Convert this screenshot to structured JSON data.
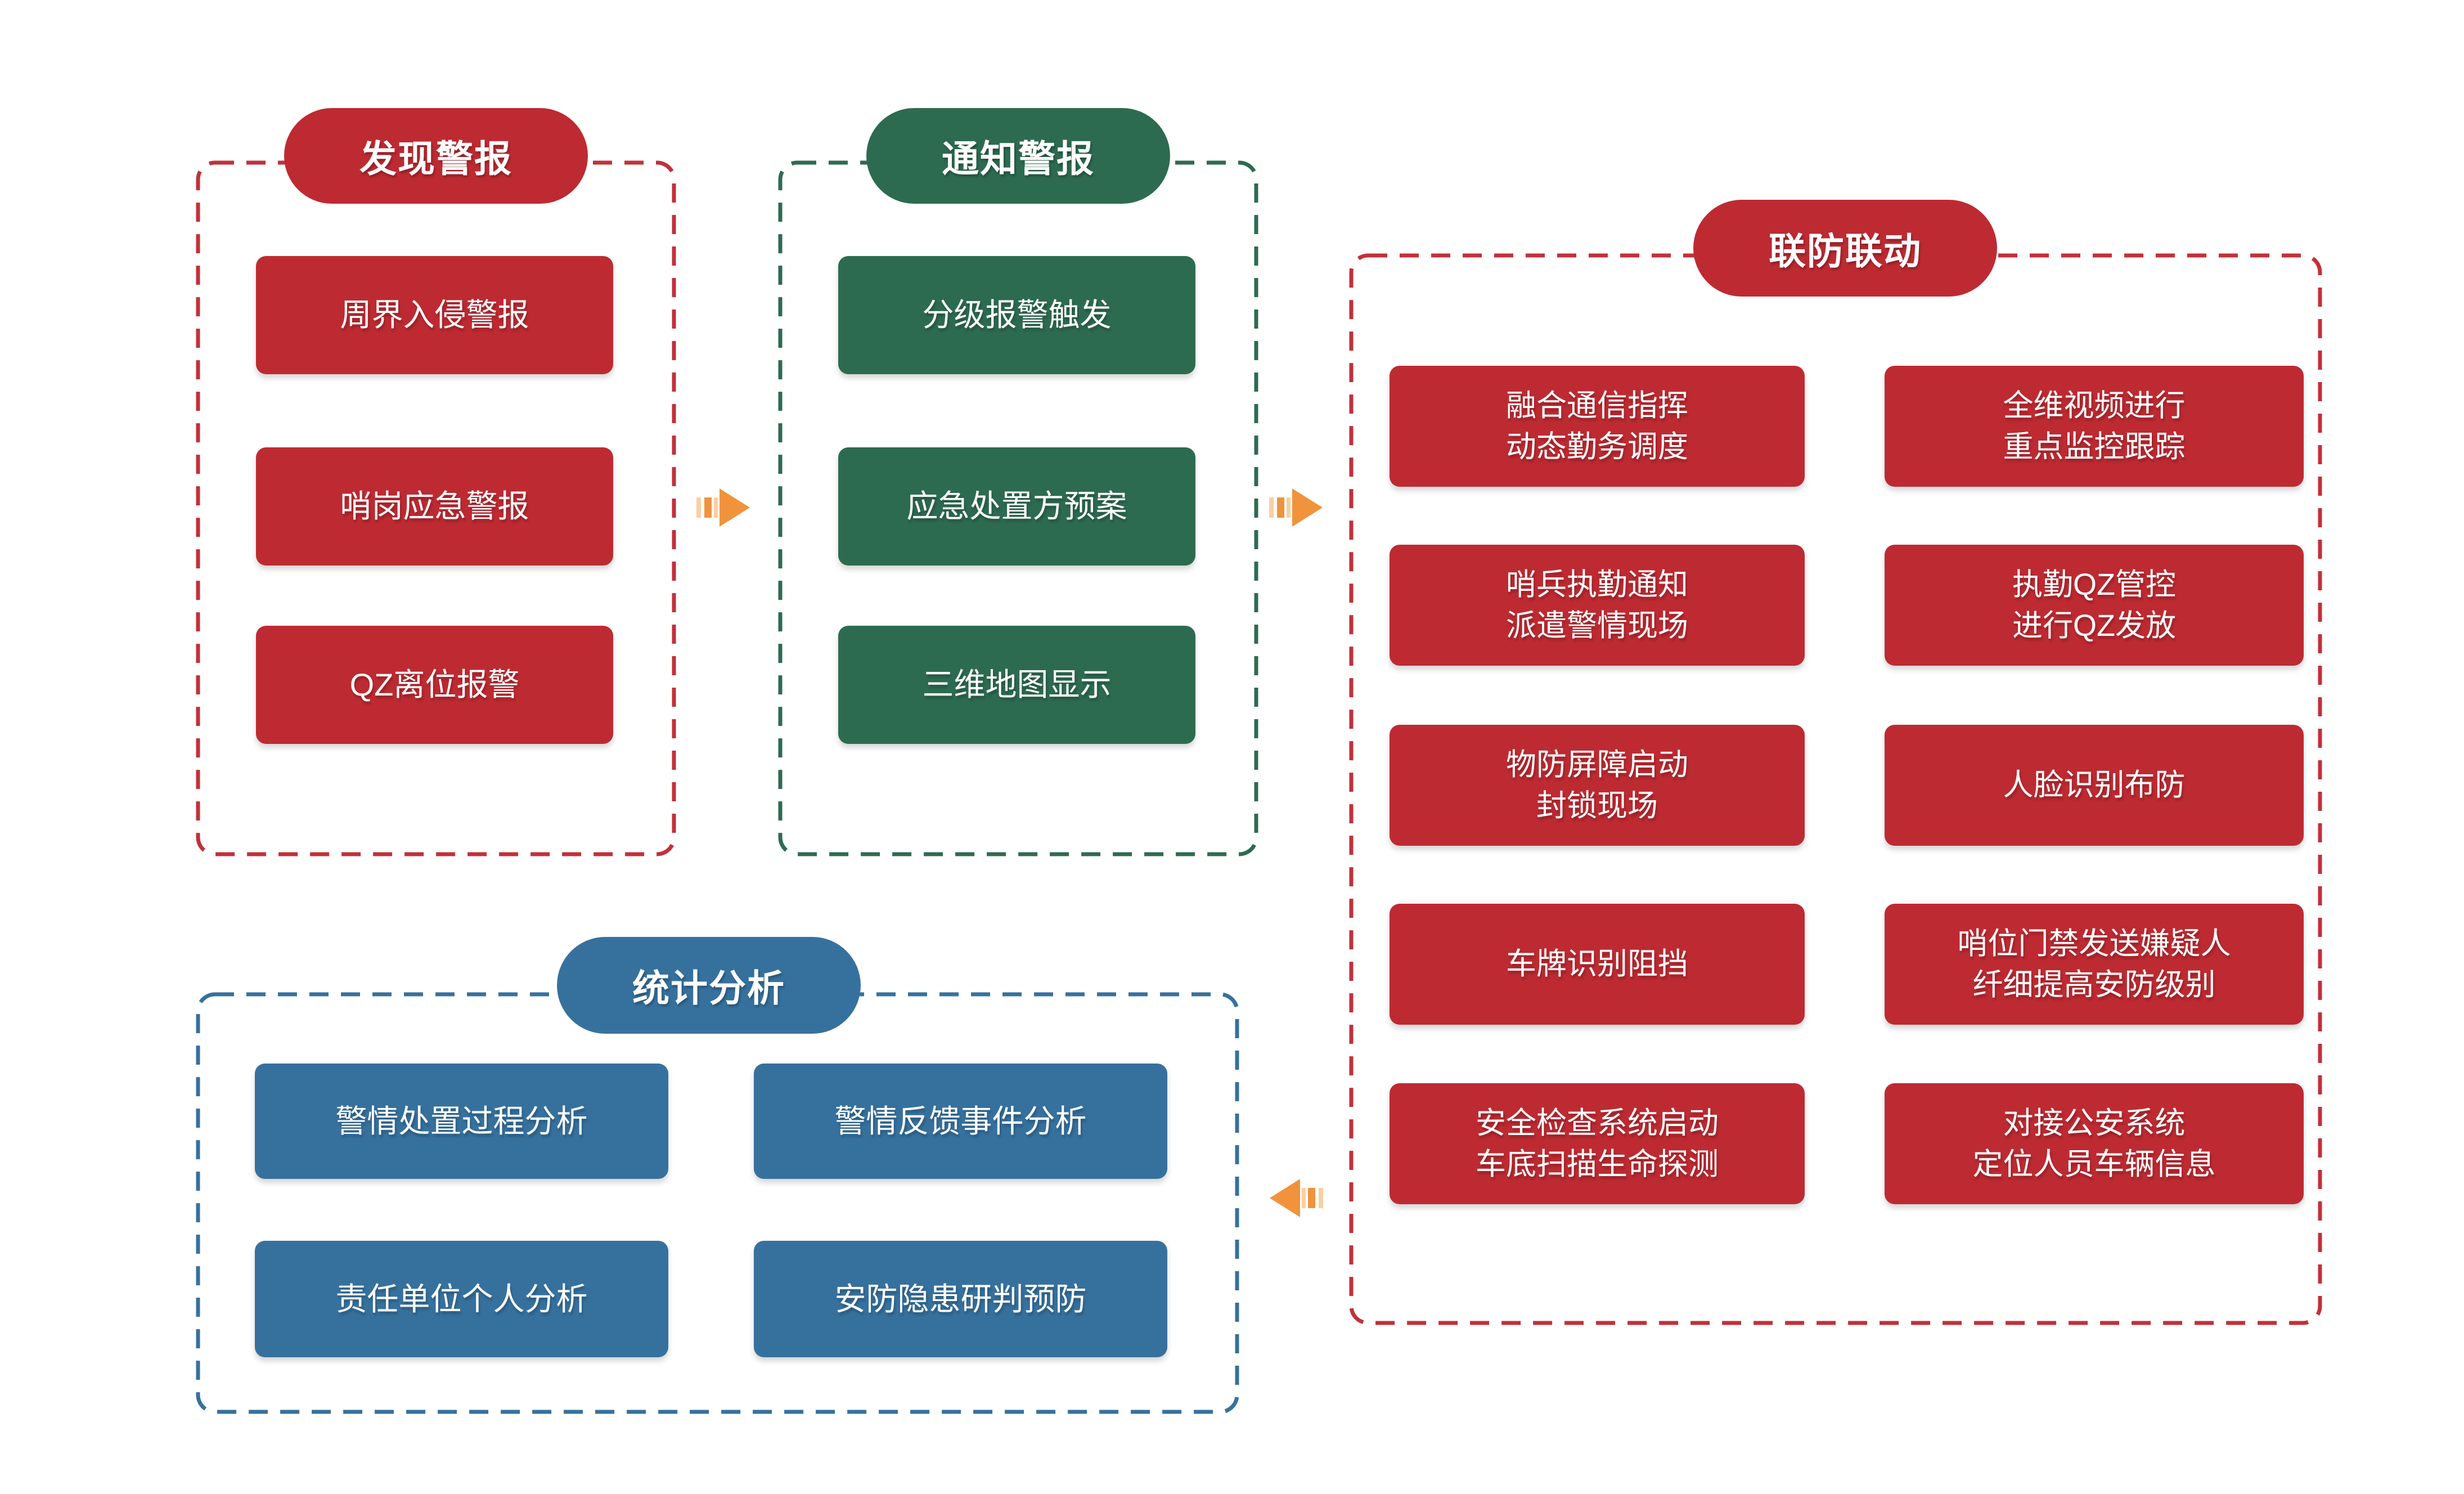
{
  "colors": {
    "red": "#BE2A32",
    "red_dash": "#C2303A",
    "green": "#2D6B50",
    "blue": "#36719E",
    "orange": "#F0933C",
    "orange_light": "#F9CFA2",
    "text": "#FFFFFF"
  },
  "sections": {
    "discover": {
      "title": "发现警报",
      "items": [
        "周界入侵警报",
        "哨岗应急警报",
        "QZ离位报警"
      ]
    },
    "notify": {
      "title": "通知警报",
      "items": [
        "分级报警触发",
        "应急处置方预案",
        "三维地图显示"
      ]
    },
    "joint": {
      "title": "联防联动",
      "left_items": [
        "融合通信指挥\n动态勤务调度",
        "哨兵执勤通知\n派遣警情现场",
        "物防屏障启动\n封锁现场",
        "车牌识别阻挡",
        "安全检查系统启动\n车底扫描生命探测"
      ],
      "right_items": [
        "全维视频进行\n重点监控跟踪",
        "执勤QZ管控\n进行QZ发放",
        "人脸识别布防",
        "哨位门禁发送嫌疑人\n纤细提高安防级别",
        "对接公安系统\n定位人员车辆信息"
      ]
    },
    "stats": {
      "title": "统计分析",
      "items": [
        "警情处置过程分析",
        "警情反馈事件分析",
        "责任单位个人分析",
        "安防隐患研判预防"
      ]
    }
  },
  "arrows": [
    {
      "direction": "right"
    },
    {
      "direction": "right"
    },
    {
      "direction": "left"
    }
  ]
}
